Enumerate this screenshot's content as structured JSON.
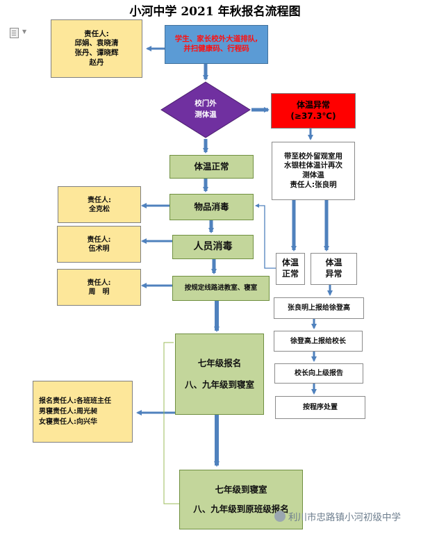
{
  "title": "小河中学 2021 年秋报名流程图",
  "boxes": {
    "resp1": [
      "责任人:",
      "邱娟、袁晓清",
      "张丹、谭晓辉",
      "赵丹"
    ],
    "queue": [
      "学生、家长校外大道排队,",
      "并扫健康码、行程码"
    ],
    "temp_check": [
      "校门外",
      "测体温"
    ],
    "abnormal": [
      "体温异常",
      "(≥37.3℃)"
    ],
    "retest": [
      "带至校外留观室用",
      "水银柱体温计再次",
      "测体温",
      "责任人:张良明"
    ],
    "normal": "体温正常",
    "disinfect_items": "物品消毒",
    "resp2": [
      "责任人:",
      "全克松"
    ],
    "disinfect_people": "人员消毒",
    "resp3": [
      "责任人:",
      "伍术明"
    ],
    "route": "按规定线路进教室、寝室",
    "resp4": [
      "责任人:",
      "周　明"
    ],
    "retest_normal": [
      "体温",
      "正常"
    ],
    "retest_abnormal": [
      "体温",
      "异常"
    ],
    "report1": "张良明上报给徐登高",
    "report2": "徐登高上报给校长",
    "report3": "校长向上级报告",
    "handle": "按程序处置",
    "grade7_register": [
      "七年级报名",
      "八、九年级到寝室"
    ],
    "resp5": [
      "报名责任人:各班班主任",
      "男寝责任人:周光昶",
      "女寝责任人:向兴华"
    ],
    "grade7_dorm": [
      "七年级到寝室",
      "八、九年级到原班级报名"
    ]
  },
  "watermark": "利川市忠路镇小河初级中学",
  "colors": {
    "arrow": "#4f81bd",
    "diamond": "#7030a0",
    "green_box": "#c3d69b",
    "yellow_box": "#fde79a",
    "red_box": "#ff0000",
    "blue_box": "#5b9bd5"
  }
}
